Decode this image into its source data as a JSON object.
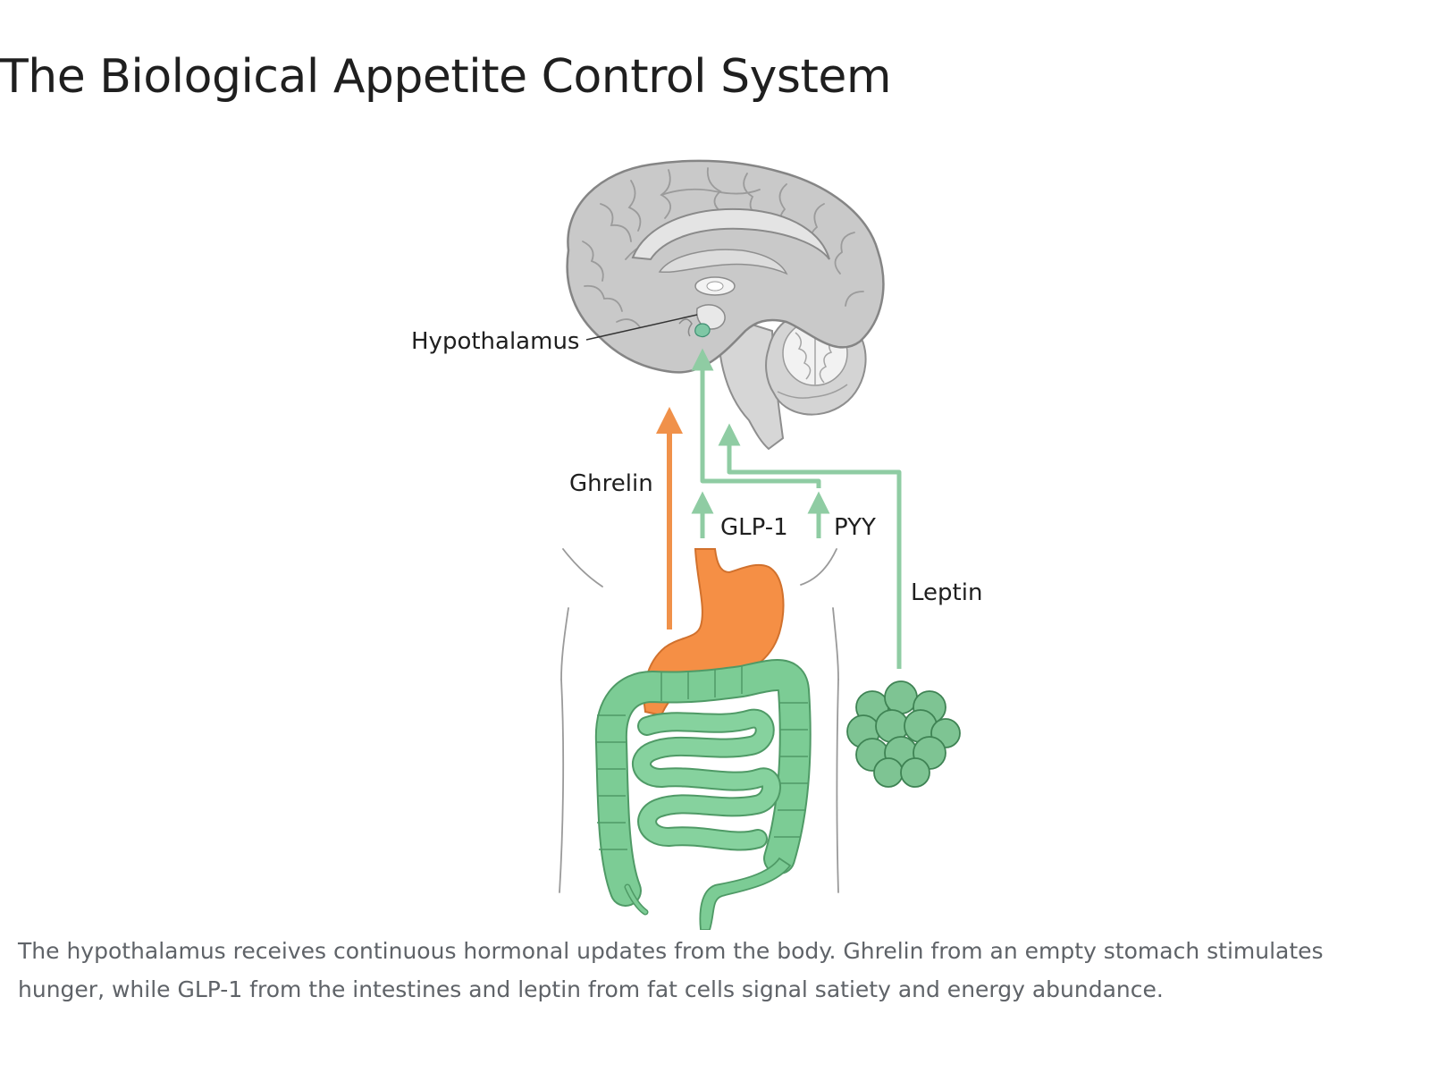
{
  "page": {
    "title": "The Biological Appetite Control System",
    "caption": "The hypothalamus receives continuous hormonal updates from the body. Ghrelin from an empty stomach stimulates hunger, while GLP-1 from the intestines and leptin from fat cells signal satiety and energy abundance."
  },
  "diagram": {
    "labels": {
      "hypothalamus": "Hypothalamus",
      "ghrelin": "Ghrelin",
      "glp1": "GLP-1",
      "pyy": "PYY",
      "leptin": "Leptin"
    }
  },
  "colors": {
    "hunger_signal": "#f0914a",
    "satiety_signal": "#8fcca3",
    "stomach": "#f58f45",
    "intestine": "#7ccc95",
    "fat_cells": "#7ec493",
    "brain": "#c9c9c9",
    "body_outline": "#9a9a9a",
    "label_text": "#1f1f1f",
    "caption_text": "#5f6368"
  }
}
